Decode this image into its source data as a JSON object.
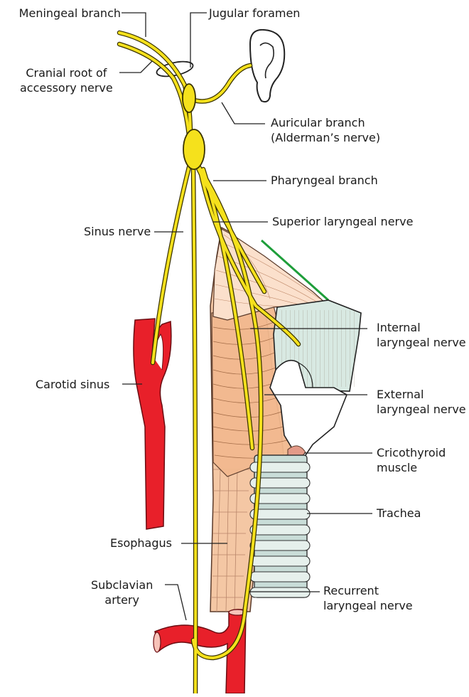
{
  "labels": {
    "meningeal_branch": "Meningeal branch",
    "jugular_foramen": "Jugular foramen",
    "cranial_root_1": "Cranial root of",
    "cranial_root_2": "accessory nerve",
    "auricular_1": "Auricular branch",
    "auricular_2": "(Alderman’s nerve)",
    "pharyngeal_branch": "Pharyngeal branch",
    "sinus_nerve": "Sinus nerve",
    "superior_laryngeal": "Superior laryngeal nerve",
    "internal_1": "Internal",
    "internal_2": "laryngeal nerve",
    "carotid_sinus": "Carotid sinus",
    "external_1": "External",
    "external_2": "laryngeal nerve",
    "cricothyroid_1": "Cricothyroid",
    "cricothyroid_2": "muscle",
    "trachea": "Trachea",
    "esophagus": "Esophagus",
    "subclavian_1": "Subclavian",
    "subclavian_2": "artery",
    "recurrent_1": "Recurrent",
    "recurrent_2": "laryngeal nerve"
  },
  "colors": {
    "nerve": "#f5e11c",
    "nerve_outline": "#3a3300",
    "artery": "#e8202a",
    "muscle": "#f7c9a8",
    "muscle_light": "#fbe3d2",
    "cartilage": "#d8e8e2",
    "trachea": "#c9ddd8",
    "leader": "#222222",
    "green": "#1e9e3a"
  }
}
